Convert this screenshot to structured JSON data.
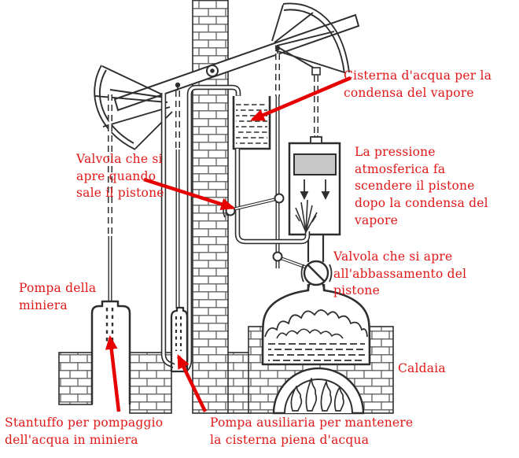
{
  "colors": {
    "label_red": "#e11818",
    "arrow_red": "#e60000",
    "line_dark": "#2e2e2e",
    "mortar_gray": "#5f5f5f",
    "piston_gray": "#c8c8c8",
    "background": "#ffffff"
  },
  "labels": {
    "cisterna": "Cisterna d'acqua per la\ncondensa del vapore",
    "pressione": "La pressione\natmosferica fa\nscendere il pistone\ndopo la condensa del\nvapore",
    "valvola_sale": "Valvola che si\napre quando\nsale il pistone",
    "valvola_abbassamento": "Valvola che si apre\nall'abbassamento del\npistone",
    "pompa_miniera": "Pompa della\nminiera",
    "caldaia": "Caldaia",
    "stantuffo": "Stantuffo per pompaggio\ndell'acqua in miniera",
    "pompa_ausiliaria": "Pompa ausiliaria per mantenere\nla cisterna piena d'acqua"
  }
}
